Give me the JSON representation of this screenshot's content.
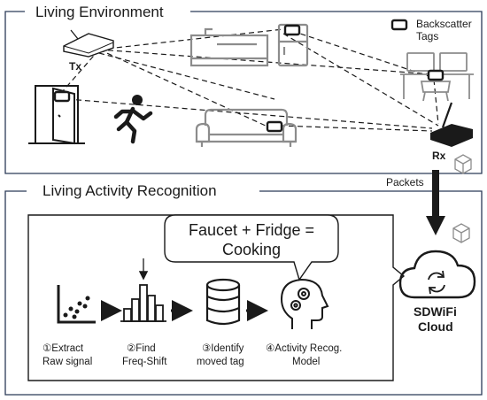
{
  "sections": {
    "env_title": "Living Environment",
    "recog_title": "Living Activity Recognition"
  },
  "legend": {
    "line1": "Backscatter",
    "line2": "Tags"
  },
  "labels": {
    "tx": "Tx",
    "rx": "Rx",
    "packets": "Packets",
    "cloud_line1": "SDWiFi",
    "cloud_line2": "Cloud"
  },
  "bubble": {
    "line1": "Faucet + Fridge =",
    "line2": "Cooking"
  },
  "steps": [
    {
      "line1": "①Extract",
      "line2": "Raw signal"
    },
    {
      "line1": "②Find",
      "line2": "Freq-Shift"
    },
    {
      "line1": "③Identify",
      "line2": "moved tag"
    },
    {
      "line1": "④Activity Recog.",
      "line2": "Model"
    }
  ],
  "colors": {
    "stroke": "#1a1a1a",
    "border": "#2b3a57",
    "icon_gray": "#8c8c8c"
  }
}
